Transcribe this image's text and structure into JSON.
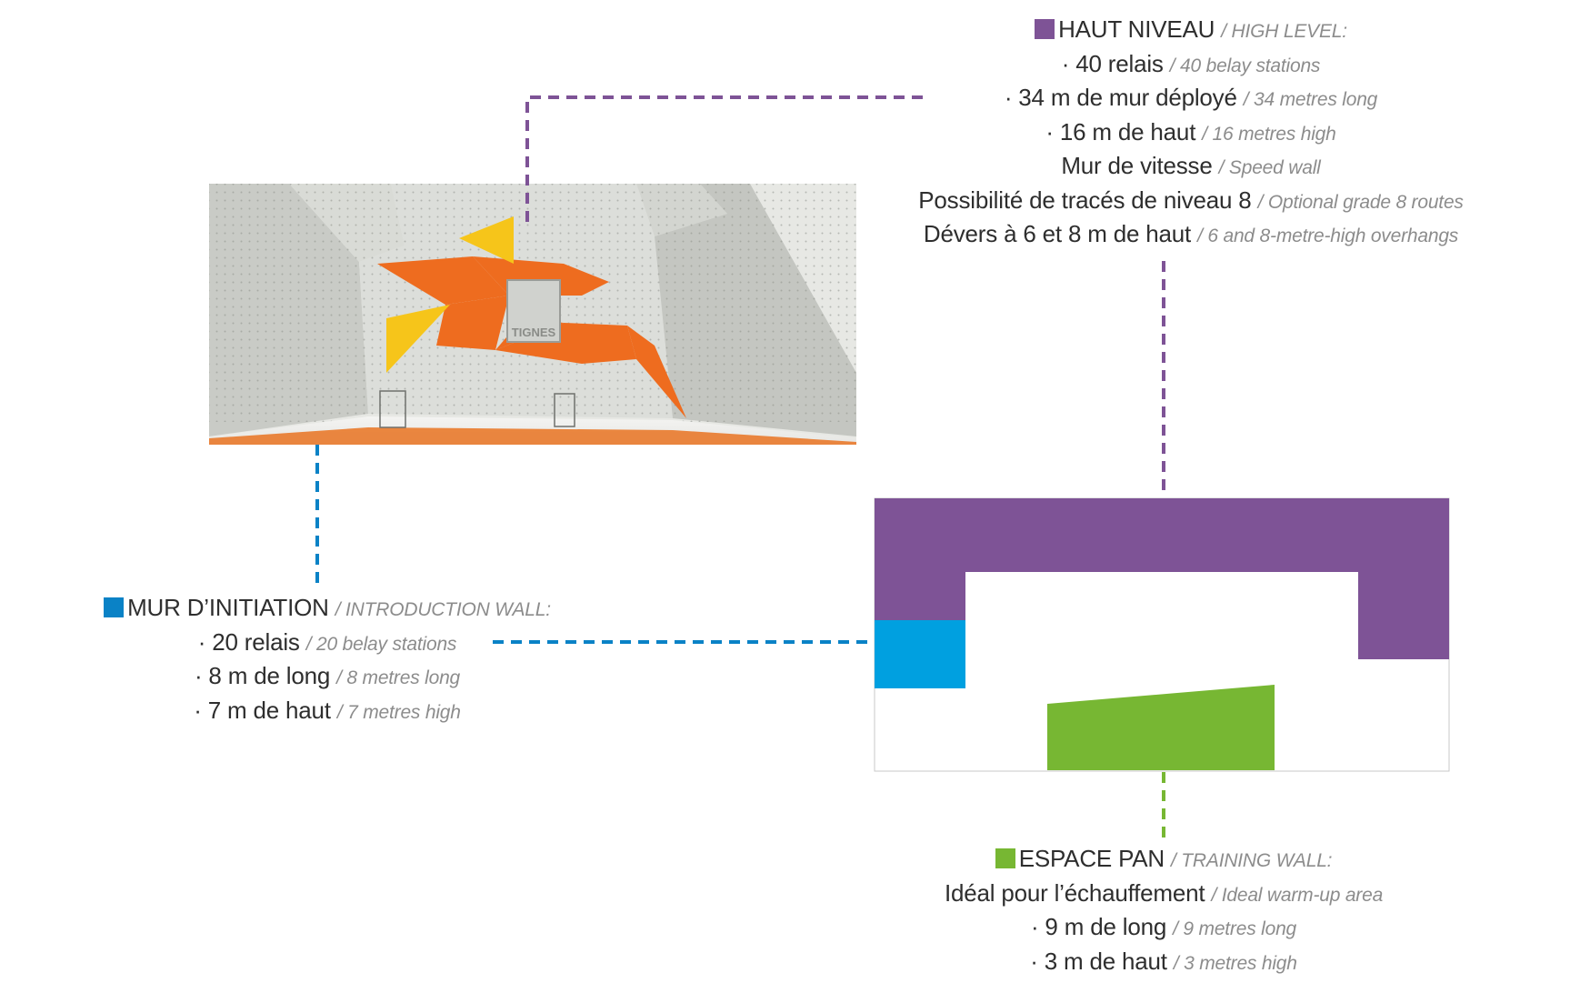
{
  "colors": {
    "high": "#7e5396",
    "intro": "#0a82c6",
    "intro_fill": "#00a0e0",
    "pan": "#77b733",
    "orange": "#ee6c1f",
    "yellow": "#f6c51a",
    "wall": "#d4d6d1"
  },
  "render": {
    "logo": "TIGNES"
  },
  "high_level": {
    "title_fr": "HAUT NIVEAU",
    "title_en": "/ HIGH LEVEL:",
    "lines": [
      {
        "fr": "· 40 relais",
        "en": "/ 40 belay stations"
      },
      {
        "fr": "· 34 m de mur déployé",
        "en": "/ 34 metres long"
      },
      {
        "fr": "· 16 m de haut",
        "en": "/ 16 metres high"
      },
      {
        "fr": "Mur de vitesse",
        "en": "/ Speed wall"
      },
      {
        "fr": "Possibilité de tracés de niveau 8",
        "en": "/ Optional grade 8 routes"
      },
      {
        "fr": "Dévers à 6 et 8 m de haut",
        "en": "/ 6 and 8-metre-high overhangs"
      }
    ]
  },
  "intro_wall": {
    "title_fr": "MUR D’INITIATION",
    "title_en": "/ INTRODUCTION WALL:",
    "lines": [
      {
        "fr": "· 20 relais",
        "en": "/ 20 belay stations"
      },
      {
        "fr": "· 8 m de long",
        "en": "/ 8 metres long"
      },
      {
        "fr": "· 7 m de haut",
        "en": "/ 7 metres high"
      }
    ]
  },
  "training_wall": {
    "title_fr": "ESPACE PAN",
    "title_en": "/ TRAINING WALL:",
    "lines": [
      {
        "fr": "Idéal pour l’échauffement",
        "en": "/ Ideal warm-up area"
      },
      {
        "fr": "· 9 m de long",
        "en": "/ 9 metres long"
      },
      {
        "fr": "· 3 m de haut",
        "en": "/ 3 metres high"
      }
    ]
  }
}
